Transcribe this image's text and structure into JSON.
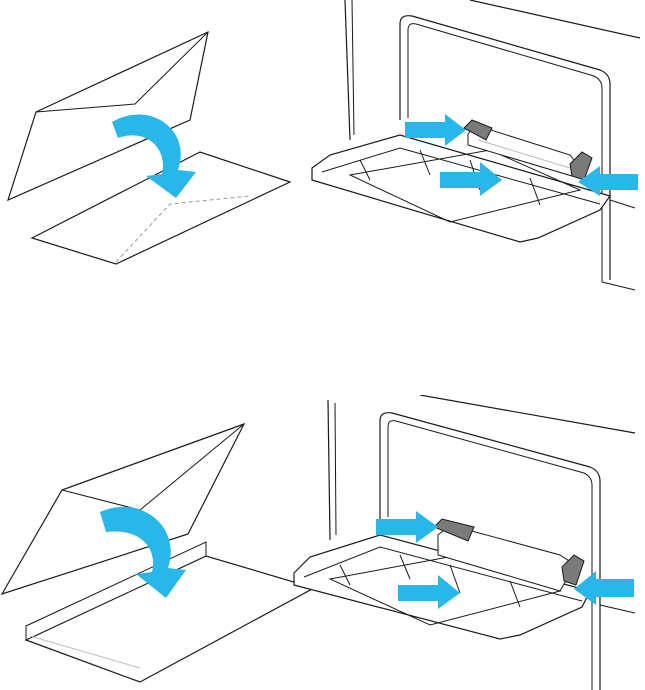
{
  "colors": {
    "arrow": "#29b6e8",
    "line": "#1a1a1a",
    "gray": "#7a7a7a",
    "fold": "#bdbdbd"
  },
  "steps": [
    {
      "envelope": "envelope-flap-open-short-edge",
      "arrow": "fold-flap-arrow"
    },
    {
      "envelope": "envelope-flap-open-long-edge",
      "arrow": "fold-flap-arrow"
    }
  ],
  "icons": [
    "curved-arrow-icon",
    "push-arrow-icon",
    "printer-icon",
    "bypass-tray-icon",
    "paper-guide-icon"
  ]
}
